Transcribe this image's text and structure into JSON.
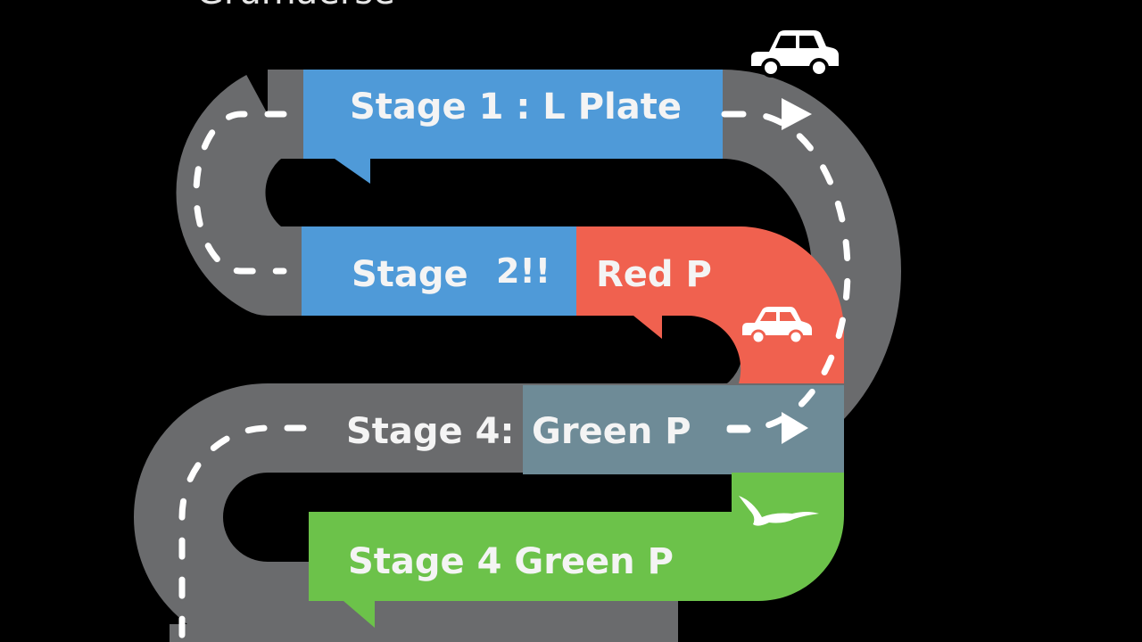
{
  "header": {
    "title_fragment": "Grumaerse"
  },
  "colors": {
    "background": "#000000",
    "road": "#6a6b6d",
    "road_marking": "#ffffff",
    "stage_1": "#4f9ad8",
    "stage_2": "#4f9ad8",
    "stage_3": "#f0614f",
    "stage_4_road": "#6e8b97",
    "stage_4_green": "#6cc24a"
  },
  "stages": [
    {
      "label": "Stage 1 : L Plate"
    },
    {
      "label": "Stage",
      "glyph": "2!!"
    },
    {
      "label": "Red P"
    },
    {
      "label_prefix": "Stage 4:",
      "label_suffix": "Green P"
    },
    {
      "label": "Stage 4 Green P"
    }
  ],
  "icons": [
    "car-icon",
    "car-icon",
    "bird-icon",
    "arrow-right-icon",
    "arrow-right-icon"
  ]
}
